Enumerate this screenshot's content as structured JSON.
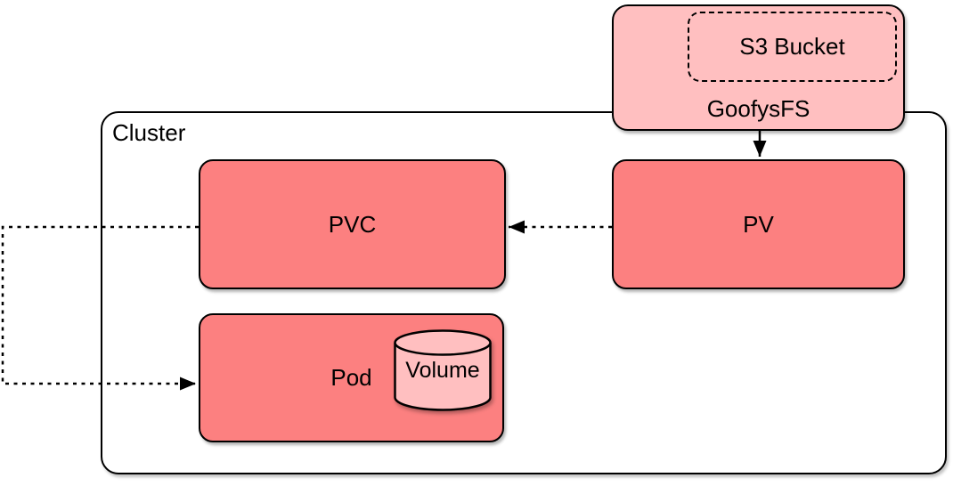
{
  "diagram": {
    "cluster": {
      "label": "Cluster"
    },
    "nodes": {
      "goofysfs": {
        "label": "GoofysFS"
      },
      "s3_bucket": {
        "label": "S3 Bucket"
      },
      "pvc": {
        "label": "PVC"
      },
      "pv": {
        "label": "PV"
      },
      "pod": {
        "label": "Pod"
      },
      "volume": {
        "label": "Volume"
      }
    },
    "colors": {
      "node_fill": "#FC8080",
      "storage_fill": "#FFBFC0",
      "stroke": "#000000",
      "background": "#FFFFFF"
    }
  }
}
